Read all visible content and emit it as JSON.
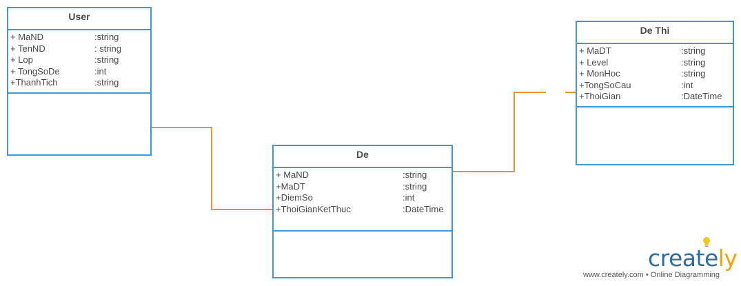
{
  "diagram": {
    "classes": {
      "user": {
        "name": "User",
        "attributes": [
          {
            "name": "+ MaND",
            "type": ":string"
          },
          {
            "name": "+ TenND",
            "type": ": string"
          },
          {
            "name": "+ Lop",
            "type": ":string"
          },
          {
            "name": "+ TongSoDe",
            "type": ":int"
          },
          {
            "name": "+ThanhTich",
            "type": ":string"
          }
        ]
      },
      "de": {
        "name": "De",
        "attributes": [
          {
            "name": "+ MaND",
            "type": ":string"
          },
          {
            "name": "+MaDT",
            "type": ":string"
          },
          {
            "name": "+DiemSo",
            "type": ":int"
          },
          {
            "name": "+ThoiGianKetThuc",
            "type": ":DateTime"
          }
        ]
      },
      "dethi": {
        "name": "De Thi",
        "attributes": [
          {
            "name": "+ MaDT",
            "type": ":string"
          },
          {
            "name": "+ Level",
            "type": ":string"
          },
          {
            "name": "+ MonHoc",
            "type": ":string"
          },
          {
            "name": "+TongSoCau",
            "type": ":int"
          },
          {
            "name": "+ThoiGian",
            "type": ":DateTime"
          }
        ]
      }
    },
    "colors": {
      "class_border": "#3a9ad9",
      "connector": "#f0922b",
      "text": "#4a4a4a"
    }
  },
  "watermark": {
    "logo_text_main": "create",
    "logo_text_accent": "ly",
    "tagline": "www.creately.com • Online Diagramming"
  }
}
